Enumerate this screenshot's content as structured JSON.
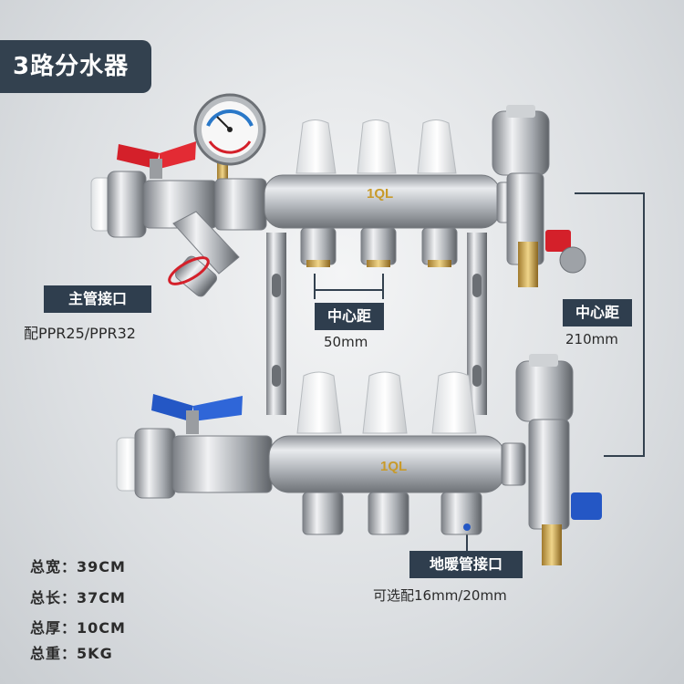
{
  "title": "3路分水器",
  "labels": {
    "main_port": {
      "tag": "主管接口",
      "sub": "配PPR25/PPR32"
    },
    "center_distance_outlet": {
      "tag": "中心距",
      "sub": "50mm"
    },
    "center_distance_bars": {
      "tag": "中心距",
      "sub": "210mm"
    },
    "floor_heating_port": {
      "tag": "地暖管接口",
      "sub": "可选配16mm/20mm"
    }
  },
  "brand": "1QL",
  "specs": [
    {
      "label": "总宽",
      "value": "39CM"
    },
    {
      "label": "总长",
      "value": "37CM"
    },
    {
      "label": "总厚",
      "value": "10CM"
    },
    {
      "label": "总重",
      "value": "5KG"
    }
  ],
  "colors": {
    "label_bg": "#2f3e4e",
    "handle_red": "#d4202a",
    "handle_blue": "#2457c5",
    "guide_line": "#33414f"
  },
  "icons": [
    "pressure-gauge-icon",
    "butterfly-valve-icon",
    "vent-valve-icon"
  ]
}
